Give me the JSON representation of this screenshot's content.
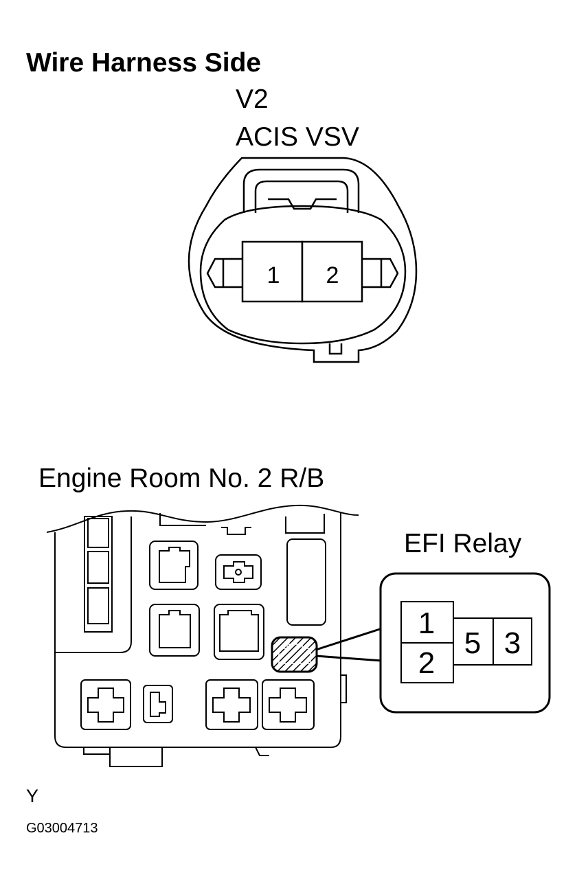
{
  "heading": "Wire Harness Side",
  "connector": {
    "code": "V2",
    "name": "ACIS VSV",
    "pins": [
      "1",
      "2"
    ]
  },
  "relay_block": {
    "title": "Engine Room No. 2 R/B",
    "relay_name": "EFI Relay",
    "terminals": [
      "1",
      "2",
      "5",
      "3"
    ]
  },
  "footer": {
    "marker": "Y",
    "figure_id": "G03004713"
  }
}
